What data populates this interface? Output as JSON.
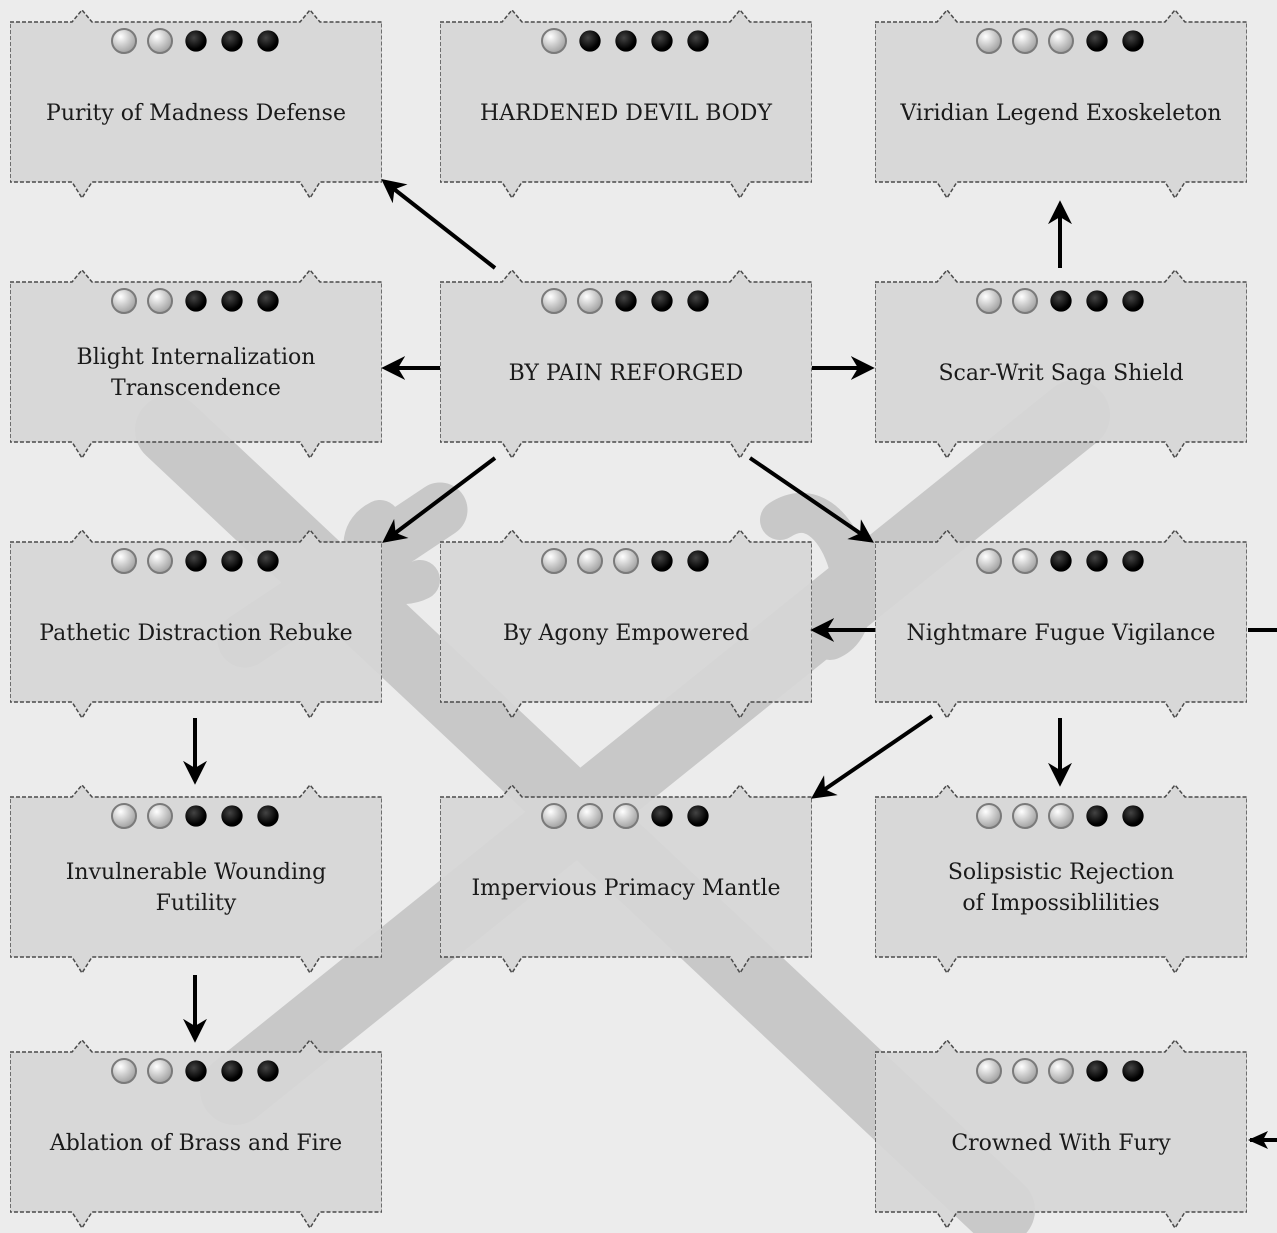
{
  "nodes": [
    {
      "id": "purity",
      "title": "Purity of Madness Defense",
      "dots_filled": 3,
      "dots_empty": 2
    },
    {
      "id": "hardened",
      "title": "HARDENED DEVIL BODY",
      "dots_filled": 4,
      "dots_empty": 1
    },
    {
      "id": "viridian",
      "title": "Viridian Legend Exoskeleton",
      "dots_filled": 2,
      "dots_empty": 3
    },
    {
      "id": "blight",
      "title": "Blight Internalization\nTranscendence",
      "dots_filled": 3,
      "dots_empty": 2
    },
    {
      "id": "pain",
      "title": "BY PAIN REFORGED",
      "dots_filled": 3,
      "dots_empty": 2
    },
    {
      "id": "scar",
      "title": "Scar-Writ Saga Shield",
      "dots_filled": 3,
      "dots_empty": 2
    },
    {
      "id": "pathetic",
      "title": "Pathetic Distraction Rebuke",
      "dots_filled": 3,
      "dots_empty": 2
    },
    {
      "id": "agony",
      "title": "By Agony Empowered",
      "dots_filled": 2,
      "dots_empty": 3
    },
    {
      "id": "nightmare",
      "title": "Nightmare Fugue Vigilance",
      "dots_filled": 3,
      "dots_empty": 2
    },
    {
      "id": "invulnerable",
      "title": "Invulnerable Wounding Futility",
      "dots_filled": 3,
      "dots_empty": 2
    },
    {
      "id": "impervious",
      "title": "Impervious Primacy Mantle",
      "dots_filled": 2,
      "dots_empty": 3
    },
    {
      "id": "solipsistic",
      "title": "Solipsistic Rejection\nof Impossiblilities",
      "dots_filled": 2,
      "dots_empty": 3
    },
    {
      "id": "ablation",
      "title": "Ablation of Brass and Fire",
      "dots_filled": 3,
      "dots_empty": 2
    },
    {
      "id": "crowned",
      "title": "Crowned With Fury",
      "dots_filled": 2,
      "dots_empty": 3
    }
  ],
  "edges": [
    {
      "from": "pain",
      "to": "purity"
    },
    {
      "from": "pain",
      "to": "blight"
    },
    {
      "from": "pain",
      "to": "scar"
    },
    {
      "from": "pain",
      "to": "pathetic"
    },
    {
      "from": "pain",
      "to": "nightmare"
    },
    {
      "from": "scar",
      "to": "viridian"
    },
    {
      "from": "nightmare",
      "to": "agony"
    },
    {
      "from": "nightmare",
      "to": "impervious"
    },
    {
      "from": "nightmare",
      "to": "solipsistic"
    },
    {
      "from": "nightmare",
      "to": "crowned"
    },
    {
      "from": "pathetic",
      "to": "invulnerable"
    },
    {
      "from": "invulnerable",
      "to": "ablation"
    }
  ],
  "colors": {
    "background": "#ececec",
    "plate": "#d6d6d6",
    "plate_border": "#4a4a4a",
    "text": "#1a1a1a",
    "arrow": "#000000",
    "swords": "#c7c7c7"
  }
}
